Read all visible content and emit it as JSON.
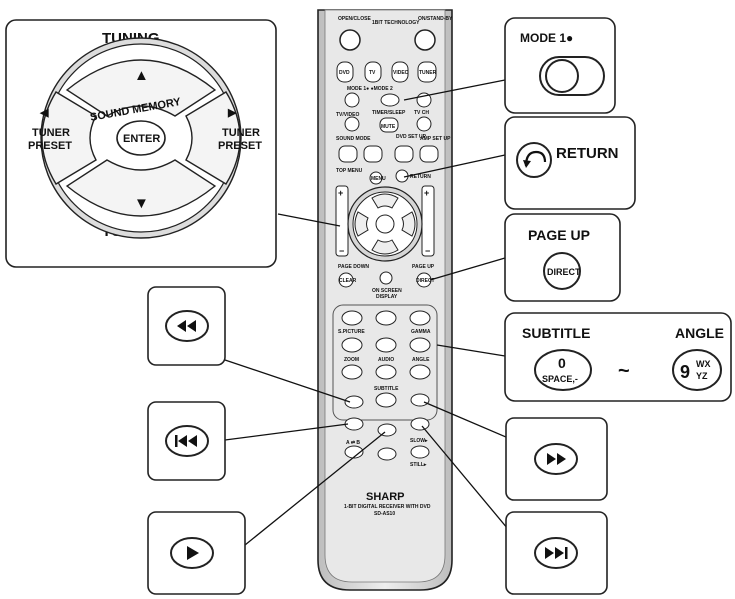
{
  "tuning_panel": {
    "tuning_top": "TUNING",
    "tuning_bottom": "TUNING",
    "sound_memory": "SOUND MEMORY",
    "enter": "ENTER",
    "left_line1": "TUNER",
    "left_line2": "PRESET",
    "right_line1": "TUNER",
    "right_line2": "PRESET"
  },
  "mode_panel": {
    "label": "MODE 1●"
  },
  "return_panel": {
    "label": "RETURN"
  },
  "pageup_panel": {
    "label": "PAGE UP",
    "button": "DIRECT"
  },
  "subtitle_panel": {
    "subtitle": "SUBTITLE",
    "angle": "ANGLE",
    "zero": "0",
    "space": "SPACE,-",
    "tilde": "~",
    "nine": "9",
    "wx": "WX",
    "yz": "YZ"
  },
  "remote": {
    "open_close": "OPEN/CLOSE",
    "bit": "1BIT TECHNOLOGY",
    "on_standby": "ON/STAND-BY",
    "dvd": "DVD",
    "tv": "TV",
    "video": "VIDEO",
    "tuner": "TUNER",
    "mode": "MODE 1● ●MODE 2",
    "timer": "TIMER/SLEEP",
    "tv_ch": "TV CH",
    "tv_video": "TV/VIDEO",
    "mute": "MUTE",
    "sound_mode": "SOUND MODE",
    "dvd_setup": "DVD SET UP",
    "amp_setup": "AMP SET UP",
    "top_menu": "TOP MENU",
    "menu": "MENU",
    "return": "RETURN",
    "page_down": "PAGE DOWN",
    "page_up": "PAGE UP",
    "clear": "CLEAR",
    "direct": "DIRECT",
    "on_screen": "ON SCREEN",
    "display": "DISPLAY",
    "s_picture": "S.PICTURE",
    "gamma": "GAMMA",
    "zoom": "ZOOM",
    "audio": "AUDIO",
    "angle": "ANGLE",
    "subtitle": "SUBTITLE",
    "a_b": "A ⇄ B",
    "slow": "SLOW▸",
    "still": "STILL▸",
    "brand": "SHARP",
    "model_line": "1-BIT DIGITAL RECEIVER WITH DVD",
    "model": "SD-AS10"
  },
  "colors": {
    "ink": "#111111",
    "remote_body": "#e3e3e3",
    "panel_fill": "#ffffff"
  },
  "icons": [
    "rewind-icon",
    "skip-back-icon",
    "play-icon",
    "fast-forward-icon",
    "skip-forward-icon",
    "return-arrow-icon",
    "toggle-switch-icon"
  ]
}
